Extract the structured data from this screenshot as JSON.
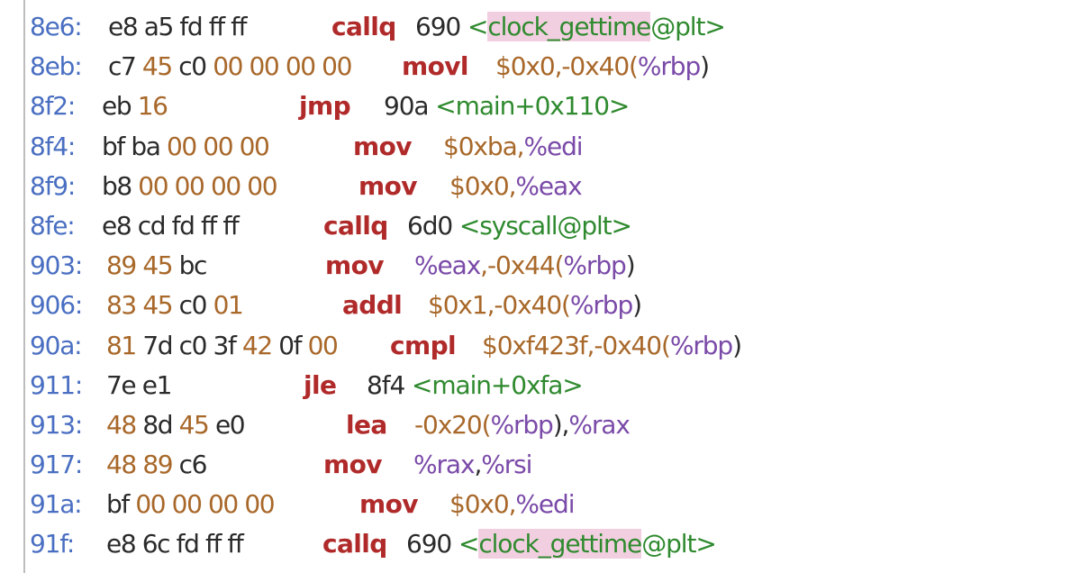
{
  "disassembly": {
    "lines": [
      {
        "addr": "8e6:",
        "bytes": [
          {
            "t": "e8 a5 fd ff ff",
            "c": "lit"
          }
        ],
        "mnemonic": "callq",
        "operands": [
          {
            "t": "690 ",
            "c": "plain"
          },
          {
            "t": "<",
            "c": "sym"
          },
          {
            "t": "clock_gettime",
            "c": "hl"
          },
          {
            "t": "@plt>",
            "c": "sym"
          }
        ]
      },
      {
        "addr": "8eb:",
        "bytes": [
          {
            "t": "c7 ",
            "c": "lit"
          },
          {
            "t": "45 ",
            "c": "num"
          },
          {
            "t": "c0 ",
            "c": "lit"
          },
          {
            "t": "00 00 00 00",
            "c": "num"
          }
        ],
        "mnemonic": "movl",
        "operands": [
          {
            "t": "$0x0,-0x40(",
            "c": "num"
          },
          {
            "t": "%rbp",
            "c": "reg"
          },
          {
            "t": ")",
            "c": "plain"
          }
        ]
      },
      {
        "addr": "8f2:",
        "bytes": [
          {
            "t": "eb ",
            "c": "lit"
          },
          {
            "t": "16",
            "c": "num"
          }
        ],
        "mnemonic": "jmp",
        "operands": [
          {
            "t": "90a ",
            "c": "plain"
          },
          {
            "t": "<main+0x110>",
            "c": "sym"
          }
        ]
      },
      {
        "addr": "8f4:",
        "bytes": [
          {
            "t": "bf ba ",
            "c": "lit"
          },
          {
            "t": "00 00 00",
            "c": "num"
          }
        ],
        "mnemonic": "mov",
        "operands": [
          {
            "t": "$0xba,",
            "c": "num"
          },
          {
            "t": "%edi",
            "c": "reg"
          }
        ]
      },
      {
        "addr": "8f9:",
        "bytes": [
          {
            "t": "b8 ",
            "c": "lit"
          },
          {
            "t": "00 00 00 00",
            "c": "num"
          }
        ],
        "mnemonic": "mov",
        "operands": [
          {
            "t": "$0x0,",
            "c": "num"
          },
          {
            "t": "%eax",
            "c": "reg"
          }
        ]
      },
      {
        "addr": "8fe:",
        "bytes": [
          {
            "t": "e8 cd fd ff ff",
            "c": "lit"
          }
        ],
        "mnemonic": "callq",
        "operands": [
          {
            "t": "6d0 ",
            "c": "plain"
          },
          {
            "t": "<syscall@plt>",
            "c": "sym"
          }
        ]
      },
      {
        "addr": "903:",
        "bytes": [
          {
            "t": "89 45 ",
            "c": "num"
          },
          {
            "t": "bc",
            "c": "lit"
          }
        ],
        "mnemonic": "mov",
        "operands": [
          {
            "t": "%eax",
            "c": "reg"
          },
          {
            "t": ",-0x44(",
            "c": "num"
          },
          {
            "t": "%rbp",
            "c": "reg"
          },
          {
            "t": ")",
            "c": "plain"
          }
        ]
      },
      {
        "addr": "906:",
        "bytes": [
          {
            "t": "83 45 ",
            "c": "num"
          },
          {
            "t": "c0 ",
            "c": "lit"
          },
          {
            "t": "01",
            "c": "num"
          }
        ],
        "mnemonic": "addl",
        "operands": [
          {
            "t": "$0x1,-0x40(",
            "c": "num"
          },
          {
            "t": "%rbp",
            "c": "reg"
          },
          {
            "t": ")",
            "c": "plain"
          }
        ]
      },
      {
        "addr": "90a:",
        "bytes": [
          {
            "t": "81 ",
            "c": "num"
          },
          {
            "t": "7d c0 3f ",
            "c": "lit"
          },
          {
            "t": "42 ",
            "c": "num"
          },
          {
            "t": "0f ",
            "c": "lit"
          },
          {
            "t": "00",
            "c": "num"
          }
        ],
        "mnemonic": "cmpl",
        "operands": [
          {
            "t": "$0xf423f,-0x40(",
            "c": "num"
          },
          {
            "t": "%rbp",
            "c": "reg"
          },
          {
            "t": ")",
            "c": "plain"
          }
        ]
      },
      {
        "addr": "911:",
        "bytes": [
          {
            "t": "7e e1",
            "c": "lit"
          }
        ],
        "mnemonic": "jle",
        "operands": [
          {
            "t": "8f4 ",
            "c": "plain"
          },
          {
            "t": "<main+0xfa>",
            "c": "sym"
          }
        ]
      },
      {
        "addr": "913:",
        "bytes": [
          {
            "t": "48 ",
            "c": "num"
          },
          {
            "t": "8d ",
            "c": "lit"
          },
          {
            "t": "45 ",
            "c": "num"
          },
          {
            "t": "e0",
            "c": "lit"
          }
        ],
        "mnemonic": "lea",
        "operands": [
          {
            "t": "-0x20(",
            "c": "num"
          },
          {
            "t": "%rbp",
            "c": "reg"
          },
          {
            "t": "),",
            "c": "plain"
          },
          {
            "t": "%rax",
            "c": "reg"
          }
        ]
      },
      {
        "addr": "917:",
        "bytes": [
          {
            "t": "48 89 ",
            "c": "num"
          },
          {
            "t": "c6",
            "c": "lit"
          }
        ],
        "mnemonic": "mov",
        "operands": [
          {
            "t": "%rax",
            "c": "reg"
          },
          {
            "t": ",",
            "c": "plain"
          },
          {
            "t": "%rsi",
            "c": "reg"
          }
        ]
      },
      {
        "addr": "91a:",
        "bytes": [
          {
            "t": "bf ",
            "c": "lit"
          },
          {
            "t": "00 00 00 00",
            "c": "num"
          }
        ],
        "mnemonic": "mov",
        "operands": [
          {
            "t": "$0x0,",
            "c": "num"
          },
          {
            "t": "%edi",
            "c": "reg"
          }
        ]
      },
      {
        "addr": "91f:",
        "bytes": [
          {
            "t": "e8 6c fd ff ff",
            "c": "lit"
          }
        ],
        "mnemonic": "callq",
        "operands": [
          {
            "t": "690 ",
            "c": "plain"
          },
          {
            "t": "<",
            "c": "sym"
          },
          {
            "t": "clock_gettime",
            "c": "hl"
          },
          {
            "t": "@plt>",
            "c": "sym"
          }
        ]
      }
    ]
  },
  "colors": {
    "address": "#4a6fc2",
    "mnemonic": "#b02a2a",
    "number": "#a8682a",
    "register": "#7a4aa8",
    "symbol": "#2f8a2f",
    "highlight": "#f2cfe0"
  }
}
